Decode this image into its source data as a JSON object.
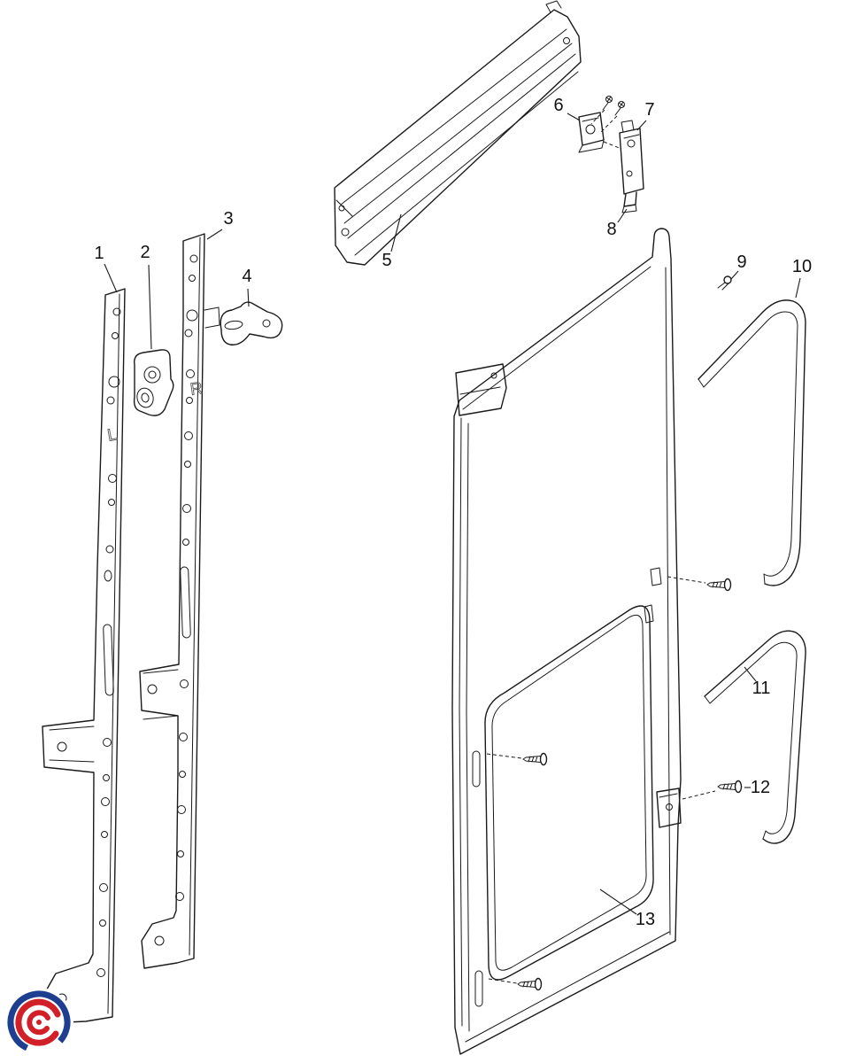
{
  "diagram": {
    "background": "#ffffff",
    "line_color": "#1a1a1a",
    "stamps": {
      "left": "L",
      "right": "R"
    },
    "callouts": {
      "1": {
        "label": "1"
      },
      "2": {
        "label": "2"
      },
      "3": {
        "label": "3"
      },
      "4": {
        "label": "4"
      },
      "5": {
        "label": "5"
      },
      "6": {
        "label": "6"
      },
      "7": {
        "label": "7"
      },
      "8": {
        "label": "8"
      },
      "9": {
        "label": "9"
      },
      "10": {
        "label": "10"
      },
      "11": {
        "label": "11"
      },
      "12": {
        "label": "12"
      },
      "13": {
        "label": "13"
      }
    },
    "logo": {
      "ring_color": "#1e3e8f",
      "swirl_color": "#d12028"
    }
  }
}
